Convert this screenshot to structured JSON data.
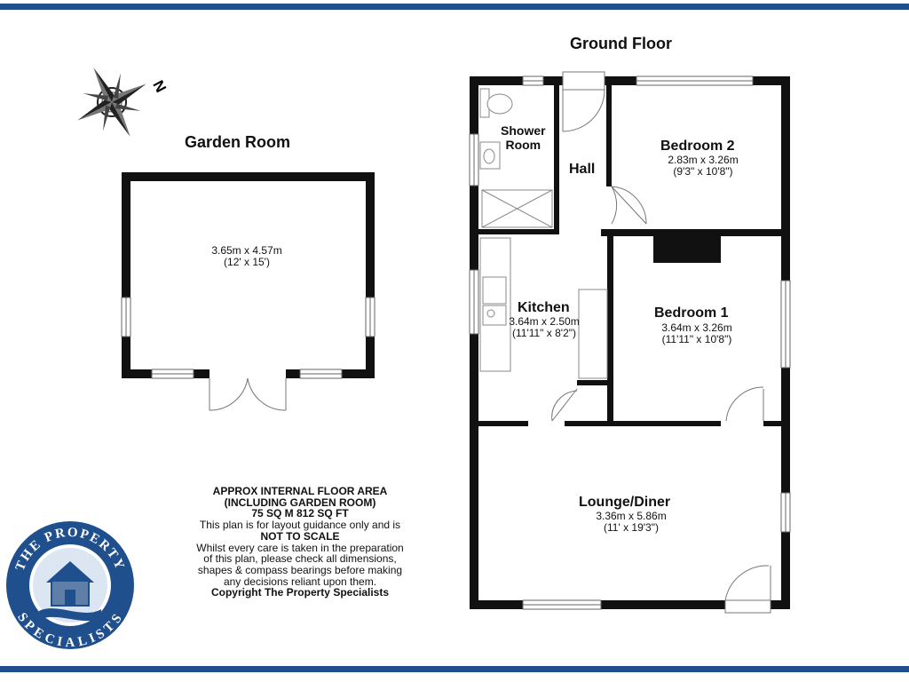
{
  "page": {
    "ground_floor_title": "Ground Floor",
    "garden_room_title": "Garden Room",
    "compass_label": "N"
  },
  "rooms": {
    "garden_room": {
      "dim_metric": "3.65m x 4.57m",
      "dim_imperial": "(12' x 15')"
    },
    "shower_room": {
      "name_line1": "Shower",
      "name_line2": "Room"
    },
    "hall": {
      "name": "Hall"
    },
    "bedroom2": {
      "name": "Bedroom 2",
      "dim_metric": "2.83m x 3.26m",
      "dim_imperial": "(9'3\" x 10'8\")"
    },
    "kitchen": {
      "name": "Kitchen",
      "dim_metric": "3.64m x 2.50m",
      "dim_imperial": "(11'11\" x 8'2\")"
    },
    "bedroom1": {
      "name": "Bedroom 1",
      "dim_metric": "3.64m x 3.26m",
      "dim_imperial": "(11'11\" x 10'8\")"
    },
    "lounge_diner": {
      "name": "Lounge/Diner",
      "dim_metric": "3.36m x 5.86m",
      "dim_imperial": "(11' x 19'3\")"
    }
  },
  "notes": {
    "line1": "APPROX INTERNAL FLOOR AREA",
    "line2": "(INCLUDING GARDEN ROOM)",
    "line3": "75 SQ M 812 SQ FT",
    "line4": "This plan is for layout guidance only and is",
    "line5": "NOT TO SCALE",
    "line6": "Whilst every care is taken in the preparation",
    "line7": "of this plan, please check all dimensions,",
    "line8": "shapes & compass bearings before making",
    "line9": "any decisions reliant upon them.",
    "line10": "Copyright The Property Specialists"
  },
  "logo": {
    "top_text": "THE PROPERTY",
    "bottom_text": "SPECIALISTS"
  },
  "colors": {
    "brand_blue": "#1f4f8c",
    "wall": "#111111",
    "fixture": "#9a9a9a"
  }
}
